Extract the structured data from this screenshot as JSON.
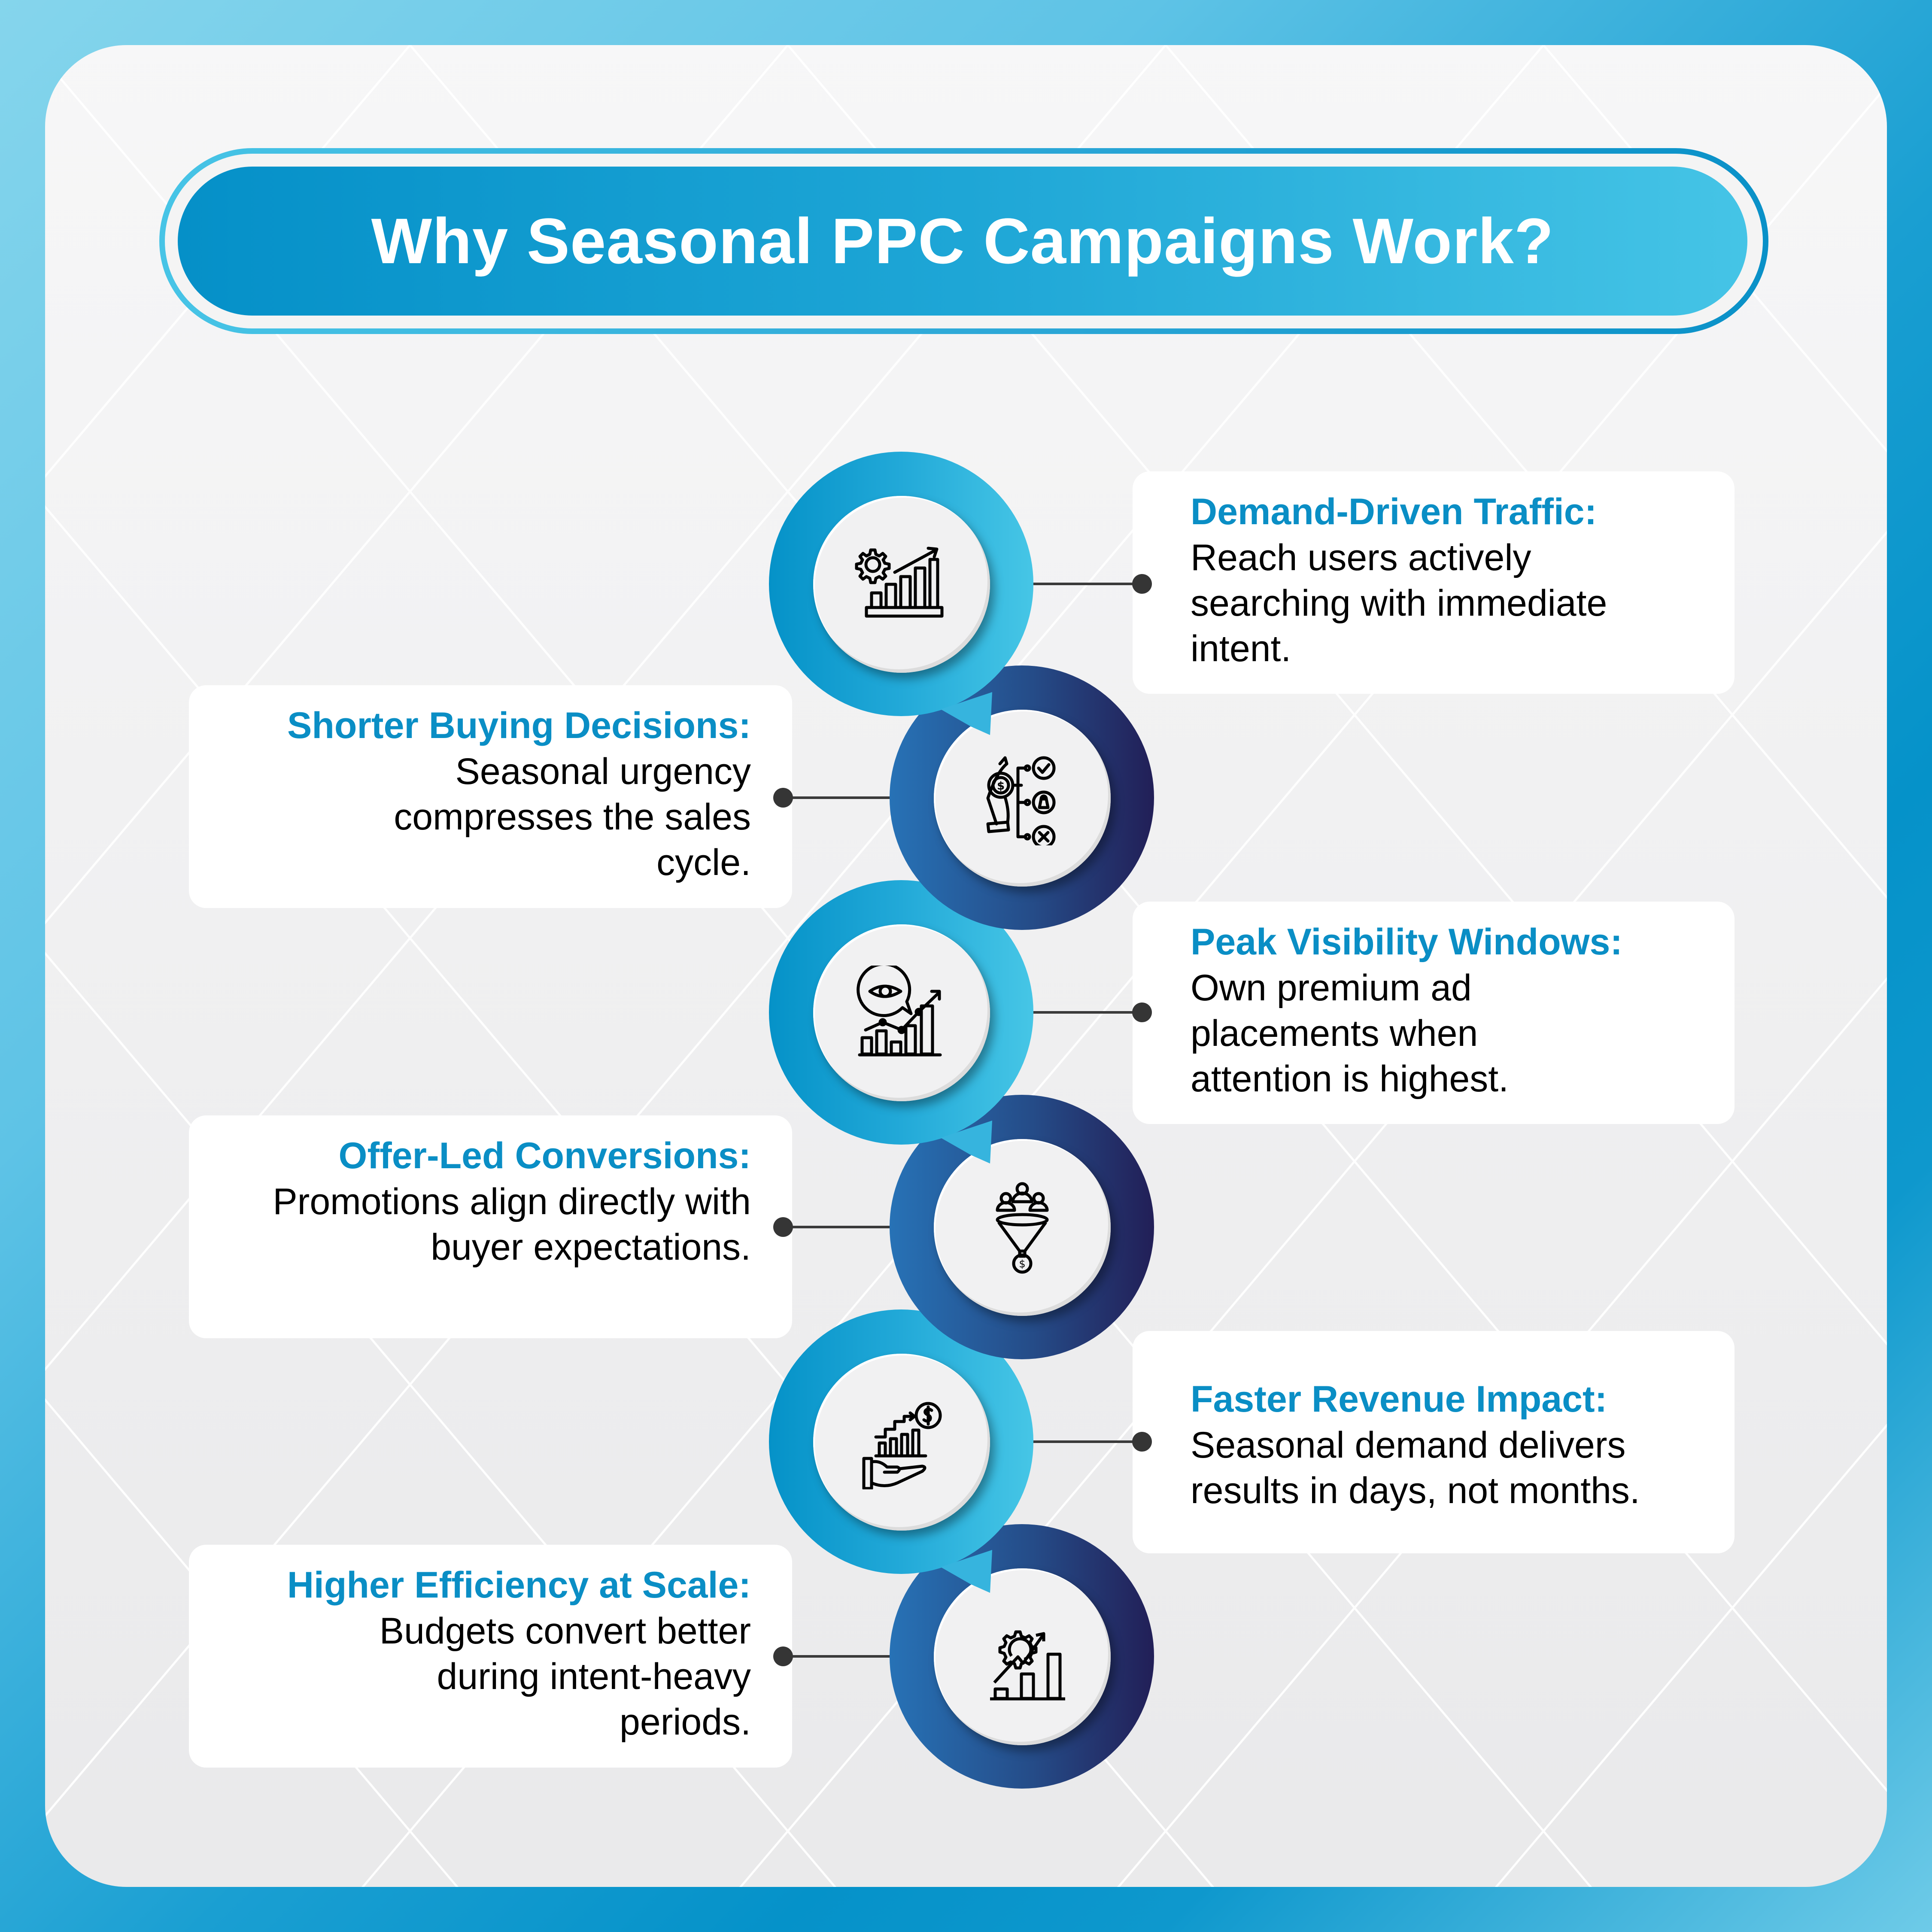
{
  "title": "Why Seasonal PPC Campaigns Work?",
  "colors": {
    "accent_title": "#0a8ec5",
    "light_ring_start": "#0592c8",
    "light_ring_end": "#46c6e6",
    "dark_ring_start": "#2772b6",
    "dark_ring_end": "#221f57",
    "connector": "#353535",
    "card_bg": "#ffffff",
    "page_bg": "#efeff0"
  },
  "items": [
    {
      "side": "right",
      "ring": "light",
      "icon": "gear-growth-chart-icon",
      "title": "Demand-Driven Traffic:",
      "body": "Reach users actively searching with immediate intent."
    },
    {
      "side": "left",
      "ring": "dark",
      "icon": "hand-coin-decision-icon",
      "title": "Shorter Buying Decisions:",
      "body": "Seasonal urgency compresses the sales cycle."
    },
    {
      "side": "right",
      "ring": "light",
      "icon": "eye-visibility-chart-icon",
      "title": "Peak Visibility Windows:",
      "body": "Own premium ad placements when attention is highest."
    },
    {
      "side": "left",
      "ring": "dark",
      "icon": "sales-funnel-icon",
      "title": "Offer-Led Conversions:",
      "body": "Promotions align directly with buyer expectations."
    },
    {
      "side": "right",
      "ring": "light",
      "icon": "hand-revenue-growth-icon",
      "title": "Faster Revenue Impact:",
      "body": "Seasonal demand delivers results in days, not months."
    },
    {
      "side": "left",
      "ring": "dark",
      "icon": "gear-efficiency-chart-icon",
      "title": "Higher Efficiency at Scale:",
      "body": "Budgets convert better during intent-heavy periods."
    }
  ]
}
